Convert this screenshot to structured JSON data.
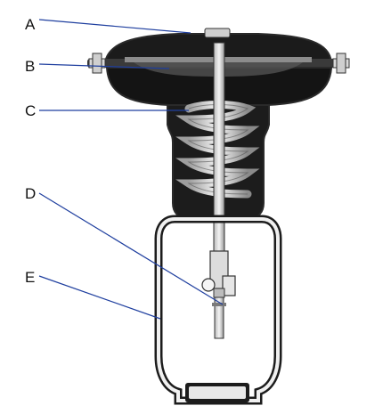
{
  "diagram": {
    "labels": {
      "a": "A",
      "b": "B",
      "c": "C",
      "d": "D",
      "e": "E"
    },
    "colors": {
      "leader_line": "#1f3f9f",
      "body_dark": "#1a1a1a",
      "body_light": "#f2f2f2",
      "spring": "#cfcfcf",
      "outline": "#2a2a2a"
    }
  }
}
